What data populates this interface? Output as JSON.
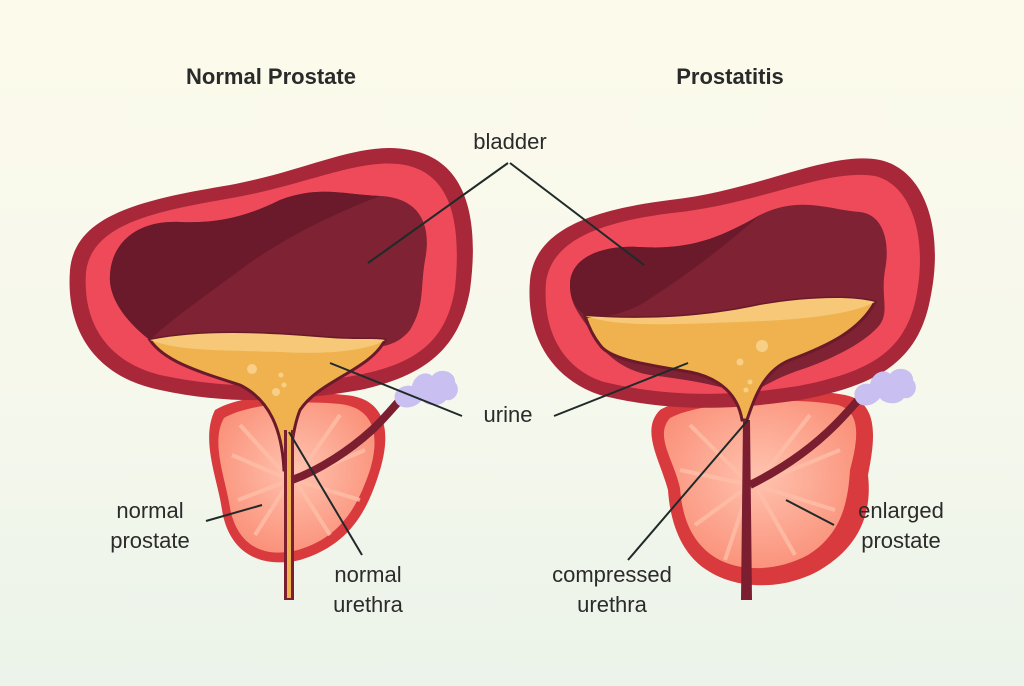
{
  "titles": {
    "left": "Normal Prostate",
    "right": "Prostatitis"
  },
  "labels": {
    "bladder": "bladder",
    "urine": "urine",
    "normal_prostate": [
      "normal",
      "prostate"
    ],
    "normal_urethra": [
      "normal",
      "urethra"
    ],
    "compressed_urethra": [
      "compressed",
      "urethra"
    ],
    "enlarged_prostate": [
      "enlarged",
      "prostate"
    ]
  },
  "colors": {
    "background_top": "#fcfaeb",
    "background_bottom": "#ebf3ea",
    "bladder_outer": "#a8283a",
    "bladder_wall": "#ee4a5a",
    "bladder_cavity": "#7e2234",
    "bladder_cavity_dark": "#6a1a2a",
    "urine": "#f0b24e",
    "urine_light": "#f6c878",
    "prostate_outer": "#d93a3e",
    "prostate_inner": "#fb9a82",
    "prostate_rays": "#ffb6a0",
    "vessel": "#7a1e30",
    "seminal_vesicle": "#c9bff0",
    "leader_line": "#1f2a2a"
  }
}
